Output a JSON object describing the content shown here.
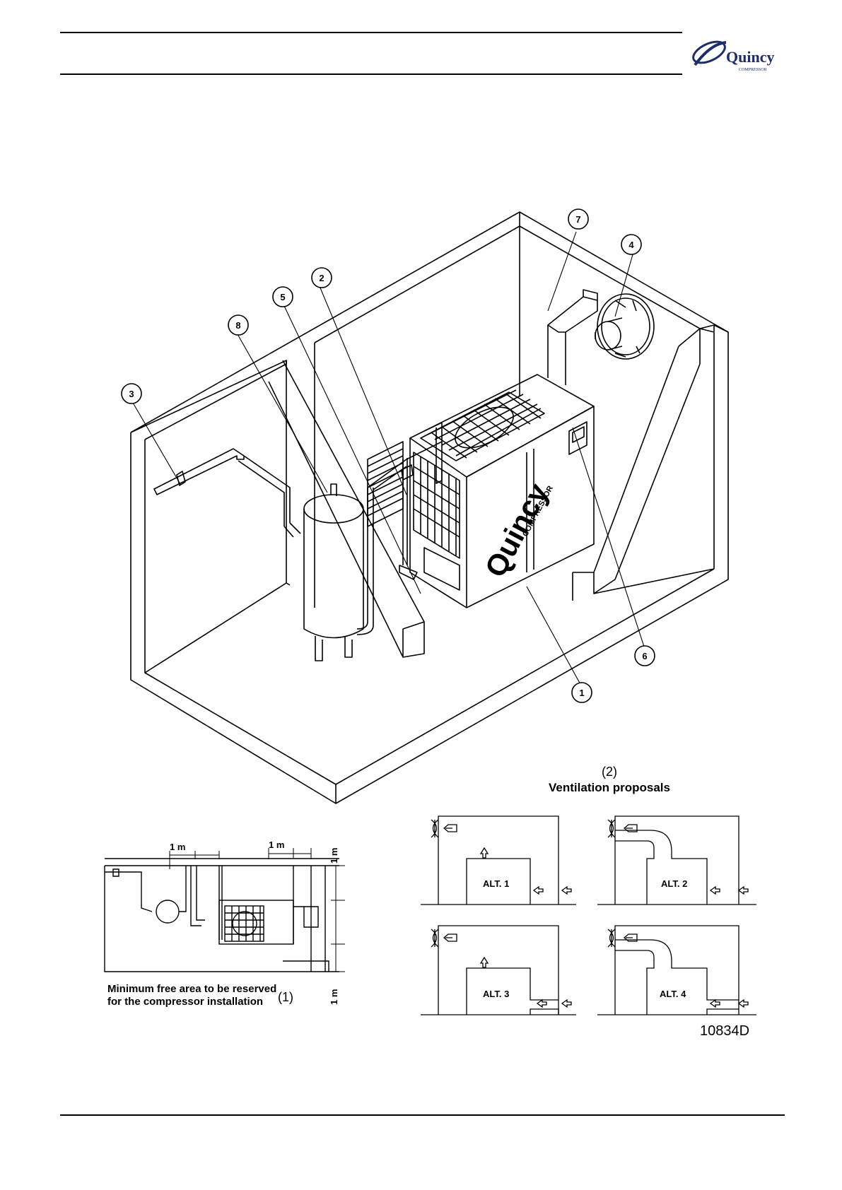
{
  "header": {
    "logo_wordmark": "Quincy",
    "logo_sub": "COMPRESSOR",
    "brand_color": "#1d2d6b"
  },
  "isometric": {
    "unit_brand": "Quincy",
    "unit_sub": "COMPRESSOR",
    "callouts": [
      "1",
      "2",
      "3",
      "4",
      "5",
      "6",
      "7",
      "8"
    ]
  },
  "plan_view": {
    "dim_left": "1 m",
    "dim_right": "1 m",
    "dim_side_top": "1 m",
    "dim_side_bottom": "1 m",
    "caption_line1": "Minimum free area to be reserved",
    "caption_line2": "for the compressor installation",
    "marker": "(1)"
  },
  "ventilation": {
    "marker": "(2)",
    "title": "Ventilation proposals",
    "alternatives": [
      "ALT. 1",
      "ALT. 2",
      "ALT. 3",
      "ALT. 4"
    ]
  },
  "footer": {
    "drawing_code": "10834D"
  }
}
